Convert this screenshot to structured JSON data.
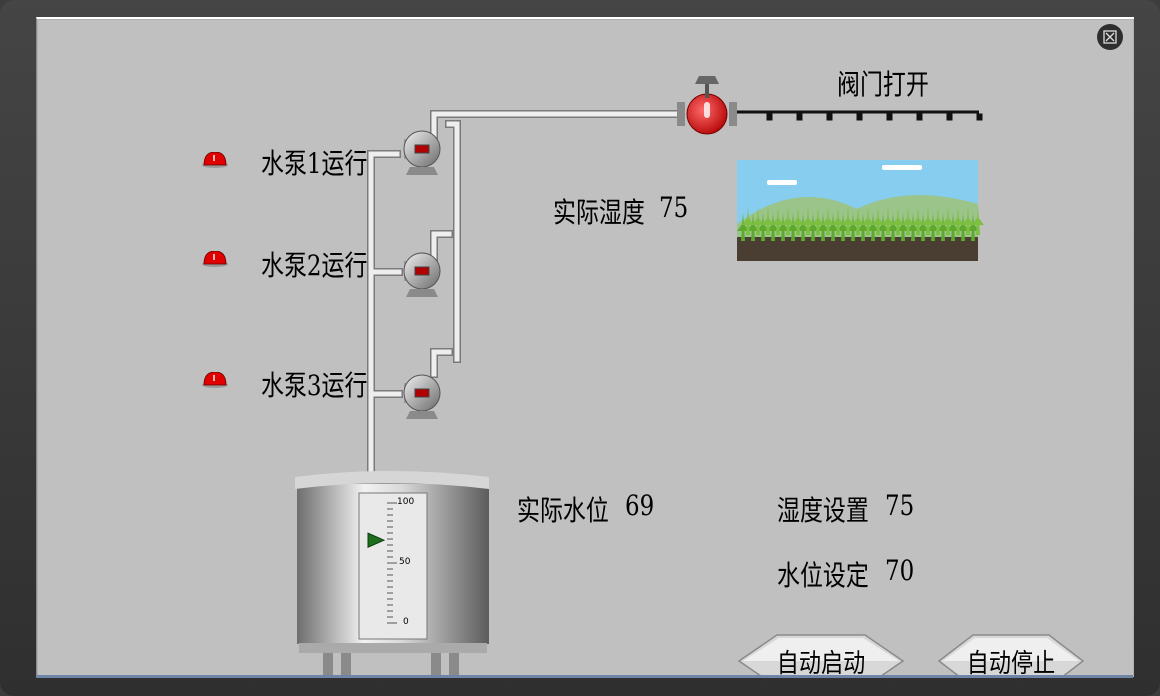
{
  "pumps": [
    {
      "label": "水泵1运行",
      "status_color": "#e00000"
    },
    {
      "label": "水泵2运行",
      "status_color": "#e00000"
    },
    {
      "label": "水泵3运行",
      "status_color": "#e00000"
    }
  ],
  "valve": {
    "label": "阀门打开",
    "color": "#e00000"
  },
  "humidity": {
    "label": "实际湿度",
    "value": "75"
  },
  "water_level": {
    "label": "实际水位",
    "value": "69",
    "level_fraction": 0.69
  },
  "gauge": {
    "ticks": [
      "100",
      "50",
      "0"
    ]
  },
  "settings": {
    "humidity_setting": {
      "label": "湿度设置",
      "value": "75"
    },
    "level_setting": {
      "label": "水位设定",
      "value": "70"
    }
  },
  "buttons": {
    "auto_start": "自动启动",
    "auto_stop": "自动停止"
  },
  "colors": {
    "panel": "#c0c0c0",
    "pipe": "#e6e6e6",
    "indicator": "#e00000",
    "sky": "#7fc8ee",
    "crop": "#5ea82e"
  }
}
